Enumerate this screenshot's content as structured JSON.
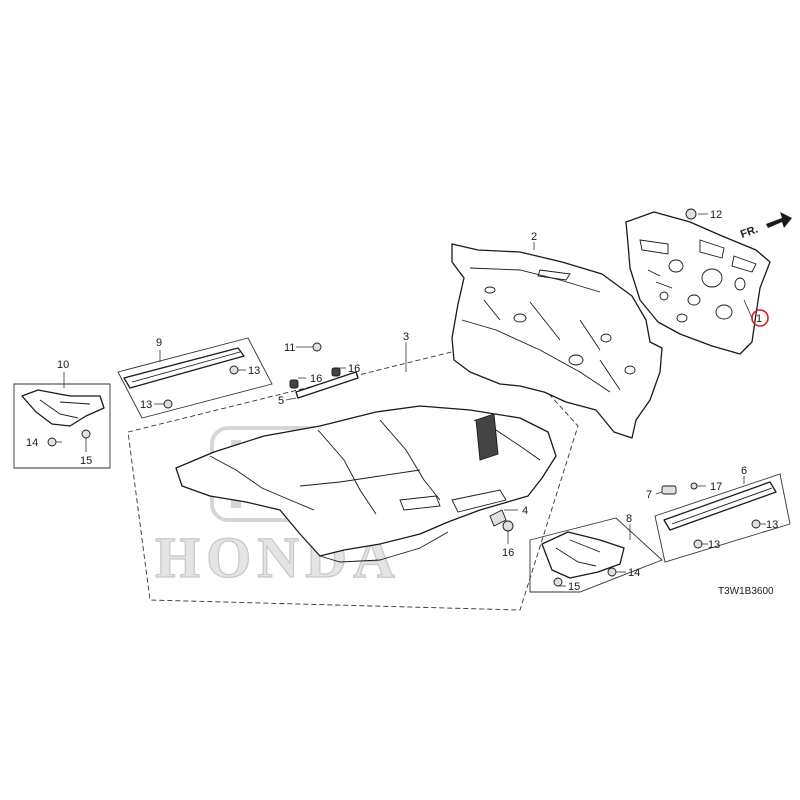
{
  "diagram": {
    "code": "T3W1B3600",
    "direction_label": "FR.",
    "watermark": "HONDA",
    "highlight_color": "#d62020",
    "callouts": {
      "c1": "1",
      "c2": "2",
      "c3": "3",
      "c4": "4",
      "c5": "5",
      "c6": "6",
      "c7": "7",
      "c8": "8",
      "c9": "9",
      "c10": "10",
      "c11": "11",
      "c12": "12",
      "c13": "13",
      "c14": "14",
      "c15": "15",
      "c16": "16",
      "c17": "17"
    }
  }
}
